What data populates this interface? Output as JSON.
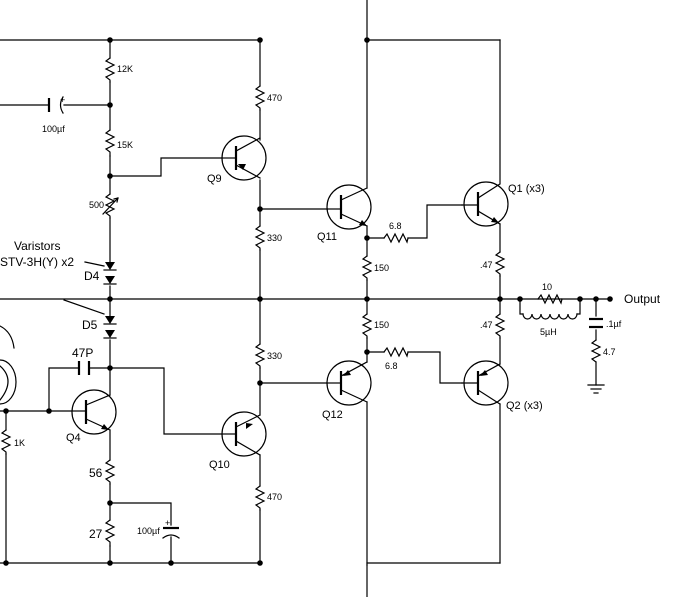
{
  "components": {
    "r12k": "12K",
    "c100uf_top": "100µf",
    "r15k": "15K",
    "r500": "500",
    "r470_top": "470",
    "q9": "Q9",
    "r330_top": "330",
    "q11": "Q11",
    "r6_8_top": "6.8",
    "q1": "Q1  (x3)",
    "r150_top": "150",
    "r047_top": ".47",
    "varistor_note_1": "Varistors",
    "varistor_note_2": "STV-3H(Y) x2",
    "d4": "D4",
    "d5": "D5",
    "r10": "10",
    "l5uh": "5µH",
    "output": "Output",
    "c1uf": ".1µf",
    "r4_7": "4.7",
    "r150_bot": "150",
    "r047_bot": ".47",
    "c47p": "47P",
    "r330_bot": "330",
    "q12": "Q12",
    "r6_8_bot": "6.8",
    "q2": "Q2  (x3)",
    "q4": "Q4",
    "r1k": "1K",
    "q10": "Q10",
    "r56": "56",
    "r470_bot": "470",
    "r27": "27",
    "c100uf_bot": "100µf"
  }
}
